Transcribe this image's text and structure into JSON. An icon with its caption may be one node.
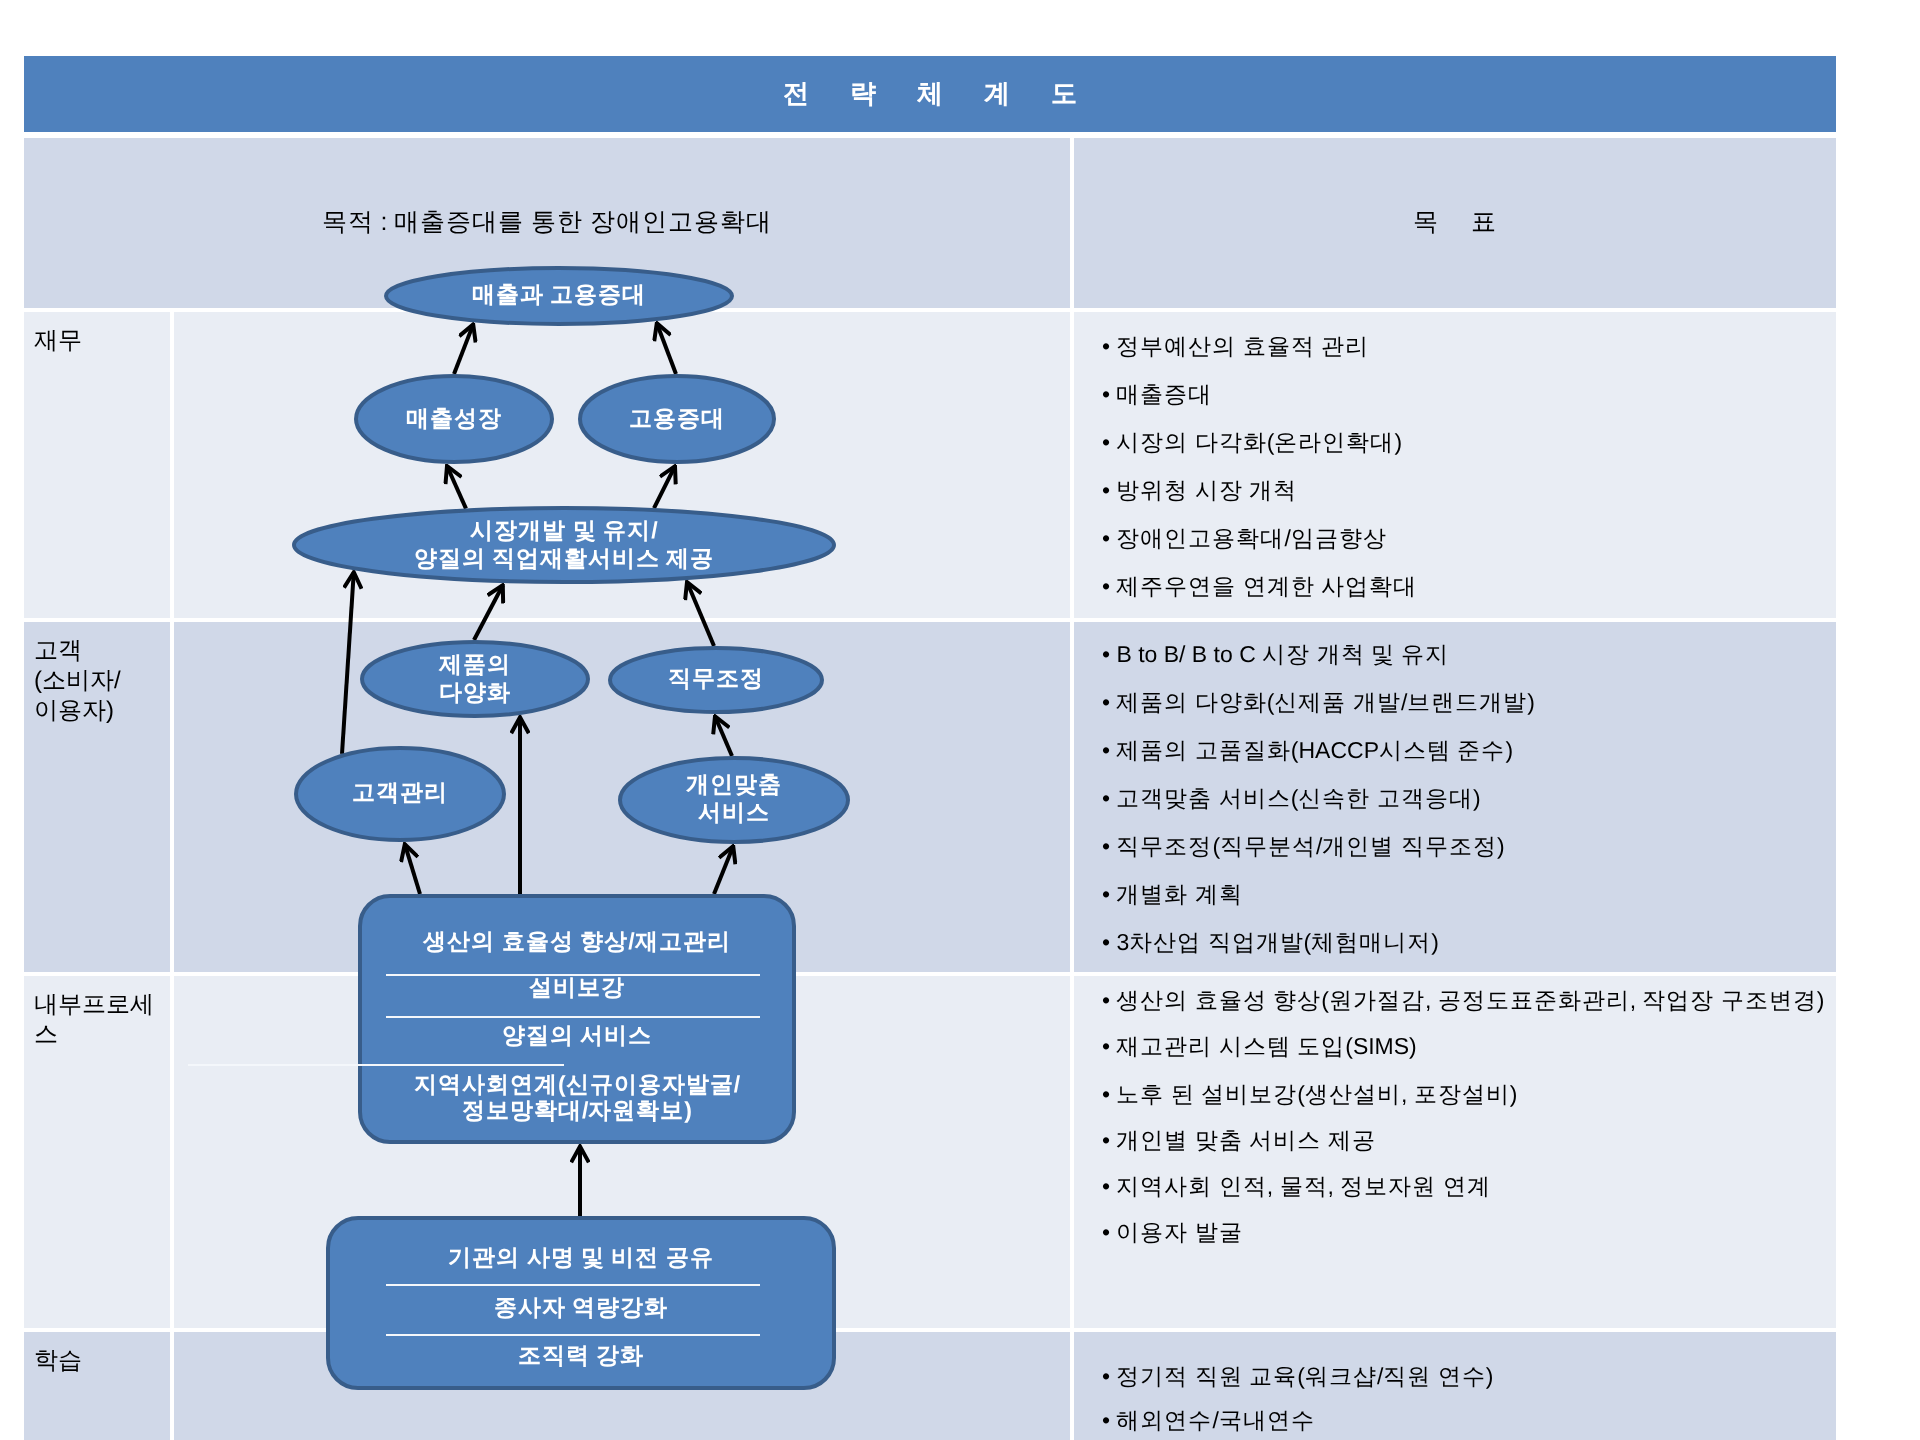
{
  "diagram": {
    "title": "전 략 체 계 도",
    "nodes": [
      {
        "text": [
          "매출과 고용증대"
        ]
      },
      {
        "text": [
          "매출성장"
        ]
      },
      {
        "text": [
          "고용증대"
        ]
      },
      {
        "text": [
          "시장개발 및 유지/ 양질의 직업재활서비스 제공"
        ]
      },
      {
        "text": [
          "제품의 다양화"
        ]
      },
      {
        "text": [
          "직무조정"
        ]
      },
      {
        "text": [
          "고객관리"
        ]
      },
      {
        "text": [
          "개인맞춤 서비스"
        ]
      },
      {
        "text": [
          "생산의 효율성 향상/재고관리",
          "설비보강",
          "양질의 서비스",
          "지역사회연계(신규이용자발굴/ 정보망확대/자원확보)"
        ]
      },
      {
        "text": [
          "기관의 사명 및 비전 공유",
          "종사자 역량강화",
          "조직력 강화"
        ]
      }
    ],
    "edges": [
      {
        "from": 1,
        "to": 0,
        "arrow": "to"
      },
      {
        "from": 2,
        "to": 0,
        "arrow": "to"
      },
      {
        "from": 3,
        "to": 1,
        "arrow": "to"
      },
      {
        "from": 3,
        "to": 2,
        "arrow": "to"
      },
      {
        "from": 4,
        "to": 3,
        "arrow": "to"
      },
      {
        "from": 5,
        "to": 3,
        "arrow": "to"
      },
      {
        "from": 6,
        "to": 3,
        "arrow": "to"
      },
      {
        "from": 7,
        "to": 5,
        "arrow": "to"
      },
      {
        "from": 8,
        "to": 6,
        "arrow": "to"
      },
      {
        "from": 8,
        "to": 4,
        "arrow": "to"
      },
      {
        "from": 8,
        "to": 7,
        "arrow": "to"
      },
      {
        "from": 9,
        "to": 8,
        "arrow": "to"
      }
    ],
    "labels": [
      "목적 : 매출증대를 통한 장애인고용확대",
      "목 표",
      "재무",
      "• 정부예산의 효율적 관리",
      "• 매출증대",
      "• 시장의 다각화(온라인확대)",
      "• 방위청 시장 개척",
      "• 장애인고용확대/임금향상",
      "• 제주우연을 연계한 사업확대",
      "고객 (소비자/ 이용자)",
      "• B to B/ B to C 시장 개척 및 유지",
      "• 제품의 다양화(신제품 개발/브랜드개발)",
      "• 제품의 고품질화(HACCP시스템 준수)",
      "• 고객맞춤 서비스(신속한 고객응대)",
      "• 직무조정(직무분석/개인별 직무조정)",
      "• 개별화 계획",
      "• 3차산업 직업개발(체험매니저)",
      "내부프로세스",
      "• 생산의 효율성 향상(원가절감, 공정도표준화관리, 작업장 구조변경)",
      "• 재고관리 시스템 도입(SIMS)",
      "• 노후 된 설비보강(생산설비, 포장설비)",
      "• 개인별 맞춤 서비스 제공",
      "• 지역사회 인적, 물적, 정보자원 연계",
      "• 이용자 발굴",
      "학습",
      "• 정기적 직원 교육(워크샵/직원 연수)",
      "• 해외연수/국내연수"
    ]
  }
}
